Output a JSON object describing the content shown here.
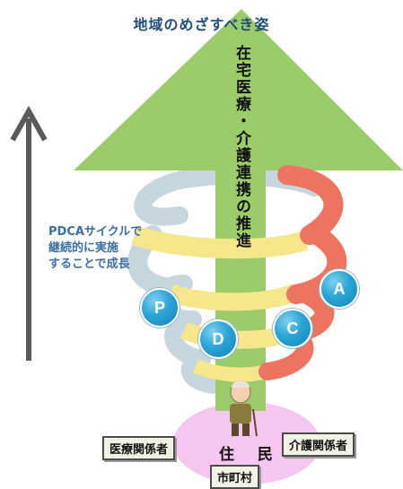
{
  "title": "地域のめざすべき姿",
  "arrow_text": "在宅医療・介護連携の推進",
  "pdca_note": [
    "PDCAサイクルで",
    "継続的に実施",
    "することで成長"
  ],
  "cycle": {
    "badges": [
      "P",
      "D",
      "C",
      "A"
    ],
    "colors": {
      "arrow": "#9ccb6a",
      "spiral_back": "#c5d6de",
      "spiral_front": "#f6e68c",
      "spiral_act": "#ee7462",
      "badge": "#2aa4d6",
      "ellipse": "#f5c6f0",
      "up_arrow": "#5a5a5a"
    }
  },
  "stakeholders": {
    "left": "医療関係者",
    "right": "介護関係者",
    "center": "住 民",
    "bottom": "市町村"
  }
}
